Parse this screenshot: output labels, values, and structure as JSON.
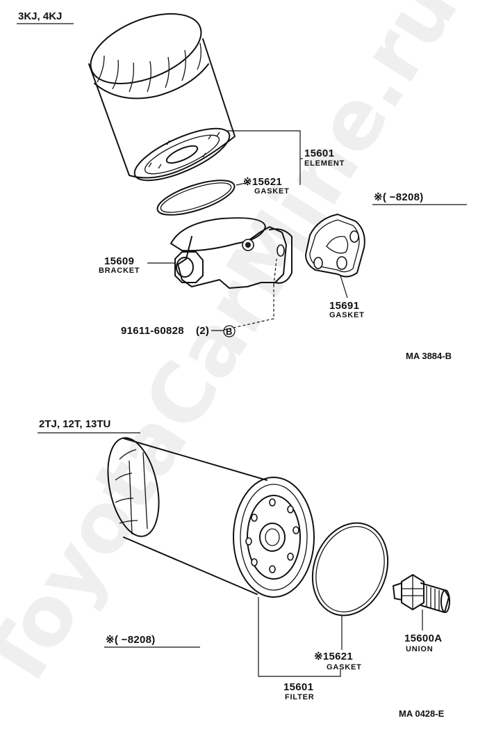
{
  "watermark": "ToyotaCarMine.ru",
  "top_section": {
    "header": "3KJ, 4KJ",
    "parts": [
      {
        "number": "15601",
        "name": "ELEMENT"
      },
      {
        "number": "※15621",
        "name": "GASKET"
      },
      {
        "number": "15609",
        "name": "BRACKET"
      },
      {
        "number": "15691",
        "name": "GASKET"
      }
    ],
    "bolt": {
      "number": "91611-60828",
      "qty": "(2)",
      "symbol": "B"
    },
    "note": "※(      −8208)",
    "ref_code": "MA 3884-B"
  },
  "bottom_section": {
    "header": "2TJ, 12T, 13TU",
    "parts": [
      {
        "number": "15601",
        "name": "FILTER"
      },
      {
        "number": "※15621",
        "name": "GASKET"
      },
      {
        "number": "15600A",
        "name": "UNION"
      }
    ],
    "note": "※(      −8208)",
    "ref_code": "MA  0428-E"
  }
}
